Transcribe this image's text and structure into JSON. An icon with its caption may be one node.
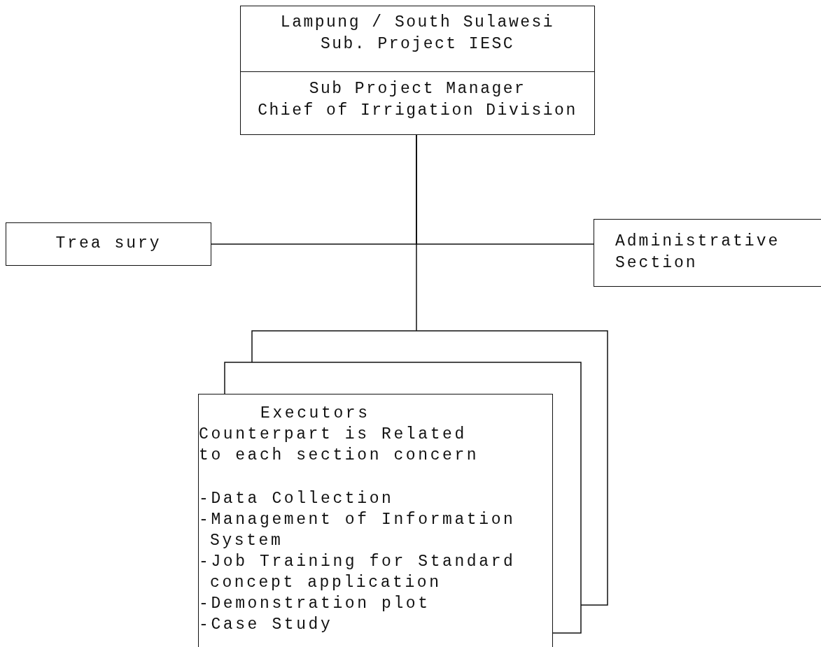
{
  "diagram": {
    "nodes": [
      {
        "text": [
          "Lampung / South Sulawesi",
          "Sub. Project IESC",
          "Sub Project Manager",
          "Chief of Irrigation Division"
        ]
      },
      {
        "text": [
          "Trea sury"
        ]
      },
      {
        "text": [
          "Administrative Section"
        ]
      },
      {
        "text": [],
        "shape": "box"
      },
      {
        "text": [],
        "shape": "box"
      },
      {
        "text": [
          "Executors",
          "Counterpart is Related",
          "to each section concern",
          "-Data Collection",
          "-Management of Information System",
          "-Job Training for Standard concept application",
          "-Demonstration plot",
          "-Case Study"
        ]
      }
    ],
    "edges": [
      {
        "from": 0,
        "to": 1,
        "arrow": "none"
      },
      {
        "from": 0,
        "to": 2,
        "arrow": "none"
      },
      {
        "from": 0,
        "to": 3,
        "arrow": "none"
      }
    ]
  }
}
